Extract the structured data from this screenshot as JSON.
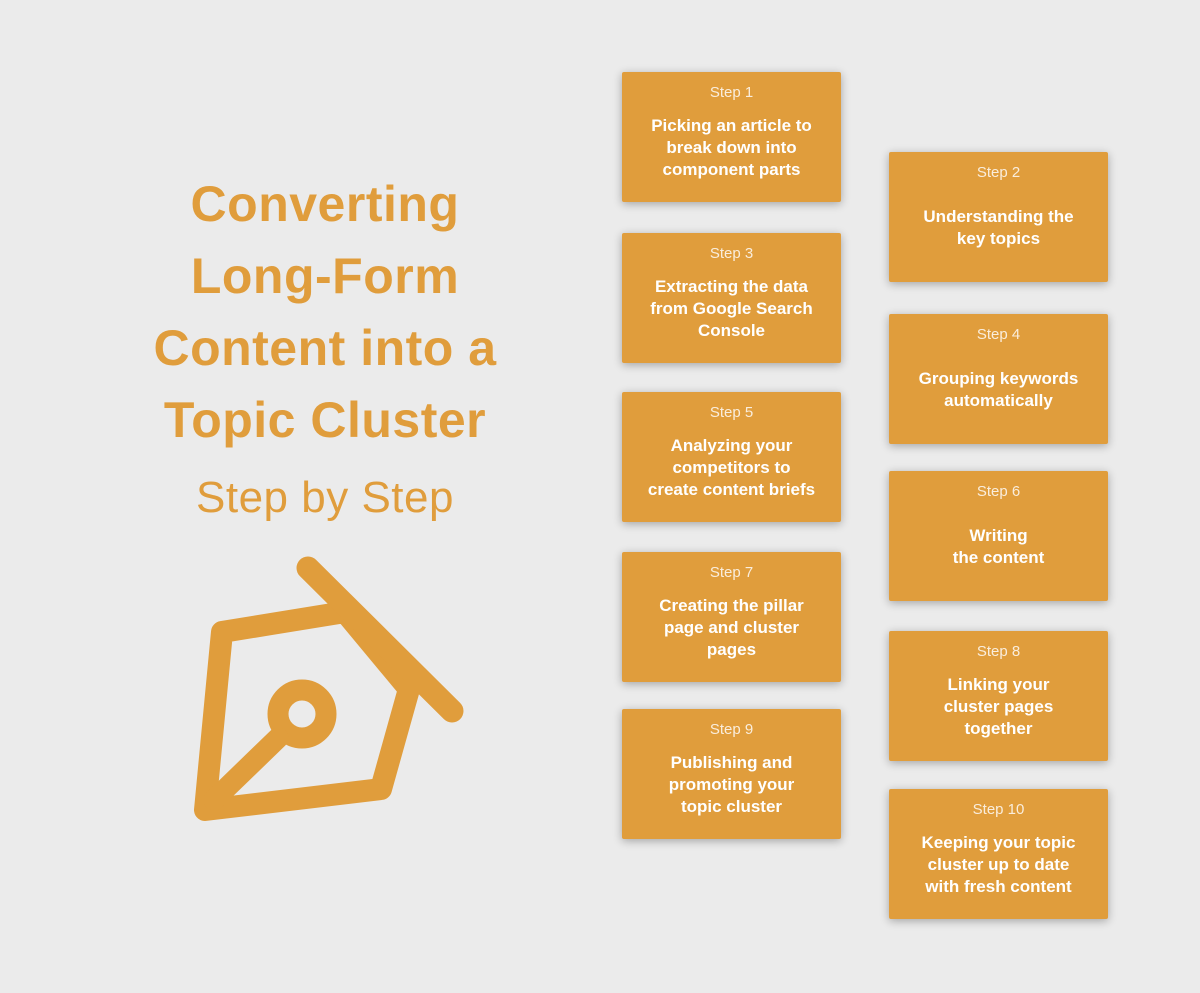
{
  "colors": {
    "accent": "#E09D3C",
    "background": "#EBEBEB",
    "box_text": "#FFFFFF"
  },
  "title": {
    "text": "Converting\nLong-Form\nContent into a\nTopic Cluster",
    "subtitle": "Step by Step"
  },
  "icon": {
    "name": "pen-nib-icon"
  },
  "steps": [
    {
      "label": "Step 1",
      "text": "Picking an article to\nbreak down into\ncomponent parts"
    },
    {
      "label": "Step 2",
      "text": "Understanding the\nkey topics"
    },
    {
      "label": "Step 3",
      "text": "Extracting the data\nfrom Google Search\nConsole"
    },
    {
      "label": "Step 4",
      "text": "Grouping keywords\nautomatically"
    },
    {
      "label": "Step 5",
      "text": "Analyzing your\ncompetitors to\ncreate content briefs"
    },
    {
      "label": "Step 6",
      "text": "Writing\nthe content"
    },
    {
      "label": "Step 7",
      "text": "Creating the pillar\npage and cluster\npages"
    },
    {
      "label": "Step 8",
      "text": "Linking your\ncluster pages\ntogether"
    },
    {
      "label": "Step 9",
      "text": "Publishing and\npromoting your\ntopic cluster"
    },
    {
      "label": "Step 10",
      "text": "Keeping your topic\ncluster up to date\nwith fresh content"
    }
  ]
}
